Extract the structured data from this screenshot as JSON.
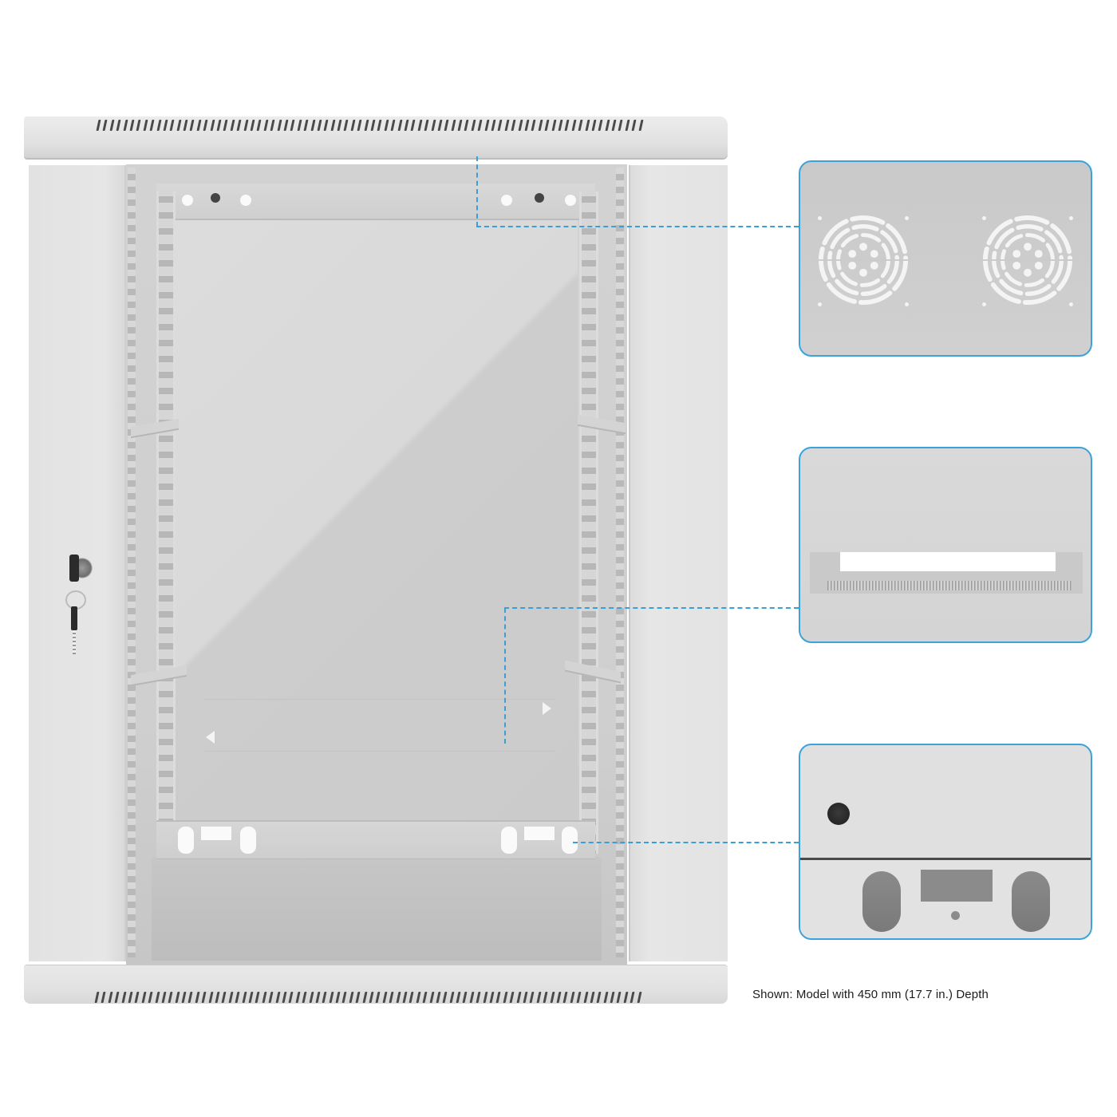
{
  "product": {
    "subject": "Wall-mount network rack cabinet with glass door",
    "caption": "Shown: Model with 450 mm (17.7 in.) Depth"
  },
  "callouts": [
    {
      "id": "fan-mount-top",
      "label": "Top panel with two fan mounting cutouts",
      "icon": "fan-grill-icon"
    },
    {
      "id": "cable-management-bracket",
      "label": "Brush / cable management bracket panel",
      "icon": "bracket-icon"
    },
    {
      "id": "cable-entry-bottom",
      "label": "Bottom cable entry with oval knockouts",
      "icon": "cable-entry-icon"
    }
  ],
  "colors": {
    "callout_border": "#3aa3dc",
    "dashed_line": "#3a9fd6",
    "cabinet_body": "#e4e4e4",
    "interior": "#cfcfcf",
    "caption_text": "#1c1c1c"
  }
}
